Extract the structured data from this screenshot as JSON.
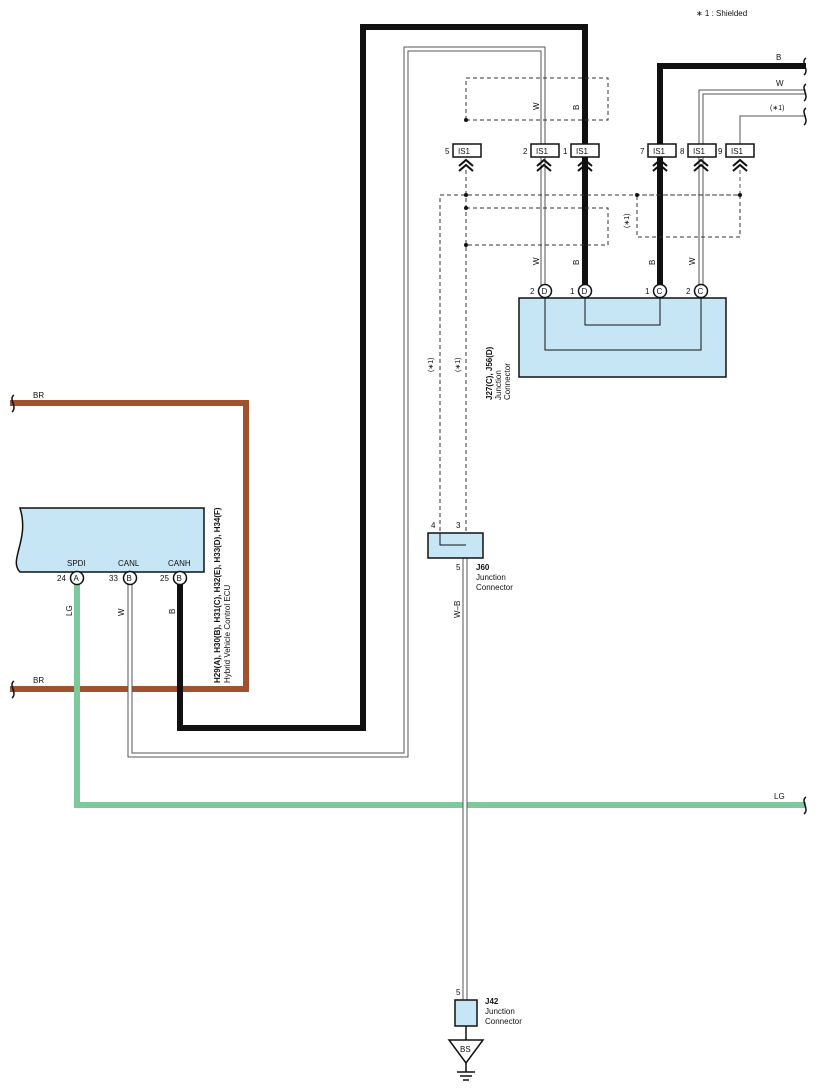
{
  "note": "∗ 1 : Shielded",
  "colors": {
    "wire_black": "#111111",
    "wire_brown": "#a0512d",
    "wire_lightgreen": "#7cc99b",
    "wire_white_outline": "#555555",
    "component_fill": "#c6e6f6"
  },
  "hv_ecu": {
    "title": "Hybrid Vehicle Control ECU",
    "codes": "H29(A), H30(B), H31(C), H32(E), H33(D), H34(F)",
    "pins": [
      {
        "name": "SPDI",
        "num": "24",
        "conn": "A"
      },
      {
        "name": "CANL",
        "num": "33",
        "conn": "B"
      },
      {
        "name": "CANH",
        "num": "25",
        "conn": "B"
      }
    ]
  },
  "junction_cd": {
    "code": "J27(C), J56(D)",
    "line1": "Junction",
    "line2": "Connector",
    "pins": [
      {
        "num": "2",
        "conn": "D"
      },
      {
        "num": "1",
        "conn": "D"
      },
      {
        "num": "1",
        "conn": "C"
      },
      {
        "num": "2",
        "conn": "C"
      }
    ]
  },
  "j60": {
    "code": "J60",
    "line1": "Junction",
    "line2": "Connector",
    "pin_left": "4",
    "pin_right": "3",
    "pin_bottom": "5"
  },
  "j42": {
    "code": "J42",
    "line1": "Junction",
    "line2": "Connector",
    "pin_top": "5"
  },
  "ground": {
    "label": "BS"
  },
  "is1_connectors": [
    {
      "num": "5",
      "label": "IS1"
    },
    {
      "num": "2",
      "label": "IS1"
    },
    {
      "num": "1",
      "label": "IS1"
    },
    {
      "num": "7",
      "label": "IS1"
    },
    {
      "num": "8",
      "label": "IS1"
    },
    {
      "num": "9",
      "label": "IS1"
    }
  ],
  "wire_labels": {
    "br_top": "BR",
    "br_bottom": "BR",
    "lg_left": "LG",
    "lg_right": "LG",
    "ecu_lg": "LG",
    "ecu_w": "W",
    "ecu_b": "B",
    "w_b": "W–B",
    "top_w": "W",
    "top_b": "B",
    "mid_w": "W",
    "mid_b": "B",
    "mid_b2": "B",
    "mid_w2": "W",
    "right_b": "B",
    "right_w": "W",
    "right_shield": "(∗1)",
    "shield_mid": "(∗1)",
    "shield_v1": "(∗1)",
    "shield_v2": "(∗1)"
  }
}
